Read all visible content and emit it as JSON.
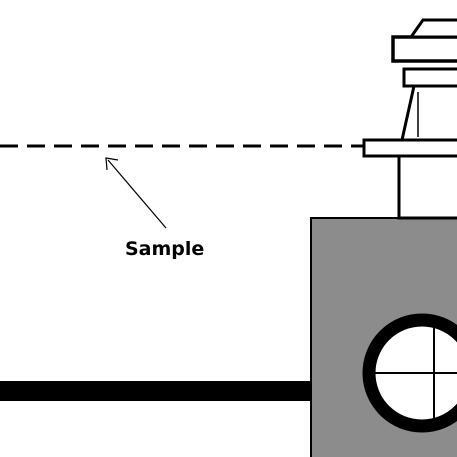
{
  "diagram": {
    "sample_label": "Sample"
  },
  "colors": {
    "background": "#ffffff",
    "stroke": "#000000",
    "housing_fill": "#8c8c8c",
    "crosshair_fill": "#ffffff"
  },
  "parts": {
    "sample_line_style": "dashed",
    "arrow_target": "dashed-sample-line"
  }
}
